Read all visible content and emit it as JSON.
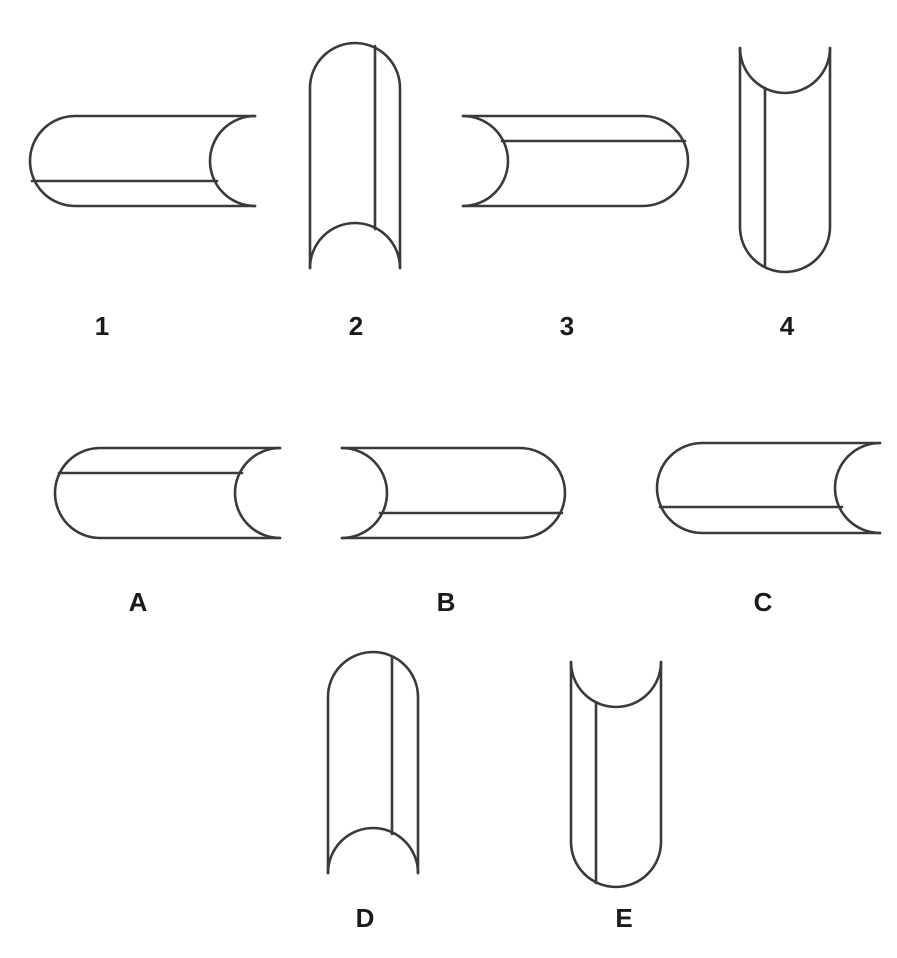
{
  "labels": {
    "fig1": "1",
    "fig2": "2",
    "fig3": "3",
    "fig4": "4",
    "optA": "A",
    "optB": "B",
    "optC": "C",
    "optD": "D",
    "optE": "E"
  },
  "colors": {
    "stroke": "#3a3a3a",
    "text": "#1a1a1a",
    "background": "#ffffff"
  }
}
